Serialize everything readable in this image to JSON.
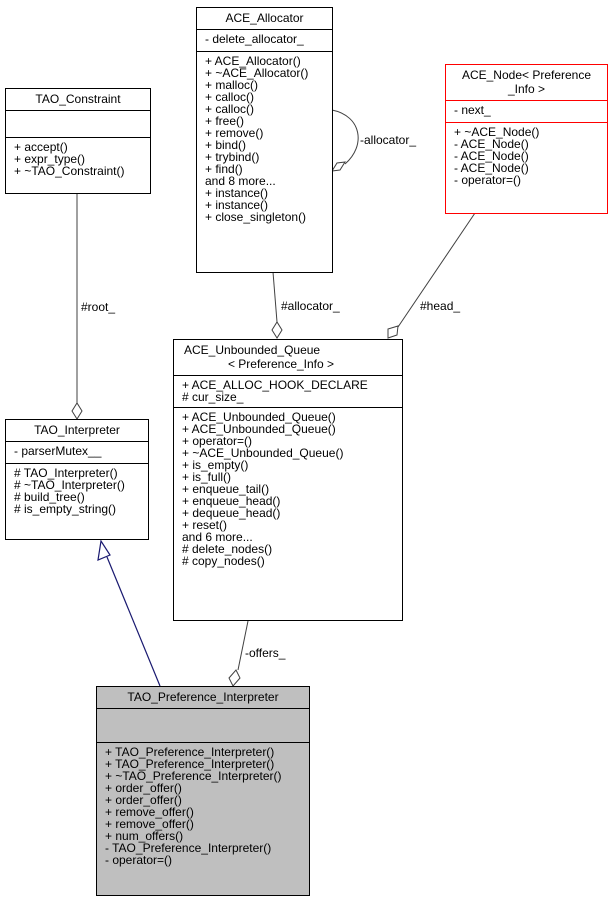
{
  "diagram": {
    "type": "uml-collaboration-diagram",
    "classes": {
      "tao_constraint": {
        "name": "TAO_Constraint",
        "attributes": [],
        "operations": [
          "+ accept()",
          "+ expr_type()",
          "+ ~TAO_Constraint()"
        ]
      },
      "ace_allocator": {
        "name": "ACE_Allocator",
        "attributes": [
          "- delete_allocator_"
        ],
        "operations": [
          "+ ACE_Allocator()",
          "+ ~ACE_Allocator()",
          "+ malloc()",
          "+ calloc()",
          "+ calloc()",
          "+ free()",
          "+ remove()",
          "+ bind()",
          "+ trybind()",
          "+ find()",
          "and 8 more...",
          "+ instance()",
          "+ instance()",
          "+ close_singleton()"
        ]
      },
      "ace_node": {
        "name_line1": "ACE_Node< Preference",
        "name_line2": "_Info >",
        "attributes": [
          "- next_"
        ],
        "operations": [
          "+ ~ACE_Node()",
          "- ACE_Node()",
          "- ACE_Node()",
          "- ACE_Node()",
          "- operator=()"
        ]
      },
      "tao_interpreter": {
        "name": "TAO_Interpreter",
        "attributes": [
          "- parserMutex__"
        ],
        "operations": [
          "# TAO_Interpreter()",
          "# ~TAO_Interpreter()",
          "# build_tree()",
          "# is_empty_string()"
        ]
      },
      "ace_unbounded_queue": {
        "name_line1": "ACE_Unbounded_Queue",
        "name_line2": "< Preference_Info >",
        "attributes": [
          "+ ACE_ALLOC_HOOK_DECLARE",
          "# cur_size_"
        ],
        "operations": [
          "+ ACE_Unbounded_Queue()",
          "+ ACE_Unbounded_Queue()",
          "+ operator=()",
          "+ ~ACE_Unbounded_Queue()",
          "+ is_empty()",
          "+ is_full()",
          "+ enqueue_tail()",
          "+ enqueue_head()",
          "+ dequeue_head()",
          "+ reset()",
          "and 6 more...",
          "# delete_nodes()",
          "# copy_nodes()"
        ]
      },
      "tao_preference_interpreter": {
        "name": "TAO_Preference_Interpreter",
        "attributes": [],
        "operations": [
          "+ TAO_Preference_Interpreter()",
          "+ TAO_Preference_Interpreter()",
          "+ ~TAO_Preference_Interpreter()",
          "+ order_offer()",
          "+ order_offer()",
          "+ remove_offer()",
          "+ remove_offer()",
          "+ num_offers()",
          "- TAO_Preference_Interpreter()",
          "- operator=()"
        ]
      }
    },
    "edges": {
      "root": {
        "label": "#root_",
        "from": "TAO_Constraint",
        "to": "TAO_Interpreter",
        "kind": "composition"
      },
      "allocator_self": {
        "label": "-allocator_",
        "from": "ACE_Allocator",
        "to": "ACE_Allocator",
        "kind": "composition"
      },
      "allocator": {
        "label": "#allocator_",
        "from": "ACE_Allocator",
        "to": "ACE_Unbounded_Queue< Preference_Info >",
        "kind": "composition"
      },
      "head": {
        "label": "#head_",
        "from": "ACE_Node< Preference_Info >",
        "to": "ACE_Unbounded_Queue< Preference_Info >",
        "kind": "composition"
      },
      "offers": {
        "label": "-offers_",
        "from": "ACE_Unbounded_Queue< Preference_Info >",
        "to": "TAO_Preference_Interpreter",
        "kind": "composition"
      },
      "inherit": {
        "label": "",
        "from": "TAO_Preference_Interpreter",
        "to": "TAO_Interpreter",
        "kind": "inheritance"
      }
    },
    "colors": {
      "edge": "#404040",
      "inheritance": "#191970",
      "incomplete_border": "#ff0000",
      "focus_fill": "#bfbfbf"
    }
  }
}
